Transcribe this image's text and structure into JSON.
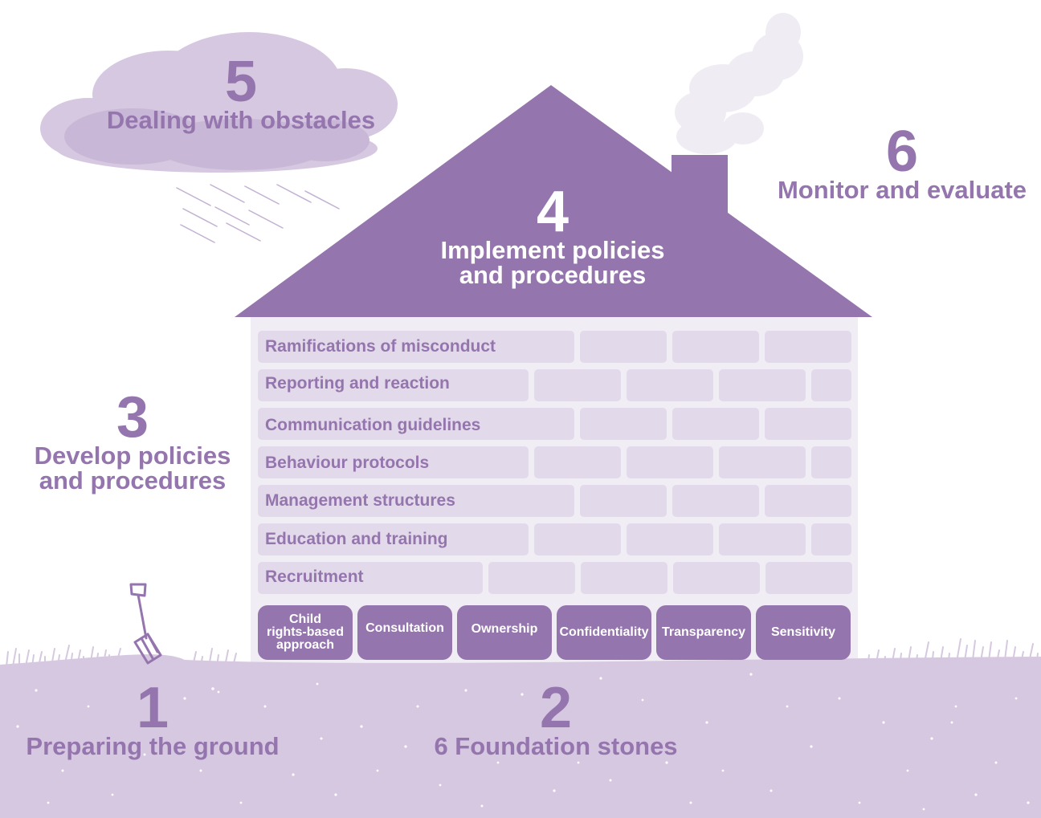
{
  "colors": {
    "accent": "#9575ad",
    "light_purple": "#d6c8e1",
    "brick": "#e2d9ea",
    "wall": "#f1edf4",
    "smoke": "#f0ecf3",
    "cloud": "#cdbbda"
  },
  "steps": {
    "s1": {
      "num": "1",
      "label": "Preparing the ground"
    },
    "s2": {
      "num": "2",
      "label": "6 Foundation stones"
    },
    "s3": {
      "num": "3",
      "label_l1": "Develop policies",
      "label_l2": "and procedures"
    },
    "s4": {
      "num": "4",
      "label_l1": "Implement policies",
      "label_l2": "and procedures"
    },
    "s5": {
      "num": "5",
      "label": "Dealing with obstacles"
    },
    "s6": {
      "num": "6",
      "label": "Monitor and evaluate"
    }
  },
  "bricks": [
    "Ramifications of misconduct",
    "Reporting and reaction",
    "Communication guidelines",
    "Behaviour protocols",
    "Management structures",
    "Education and training",
    "Recruitment"
  ],
  "stones": [
    {
      "l1": "Child",
      "l2": "rights-based",
      "l3": "approach"
    },
    {
      "l1": "Consultation"
    },
    {
      "l1": "Ownership"
    },
    {
      "l1": "Confidentiality"
    },
    {
      "l1": "Transparency"
    },
    {
      "l1": "Sensitivity"
    }
  ],
  "icons": [
    "cloud-icon",
    "rain-icon",
    "smoke-icon",
    "chimney-icon",
    "roof-icon",
    "spade-icon",
    "grass-icon",
    "ground-icon"
  ]
}
